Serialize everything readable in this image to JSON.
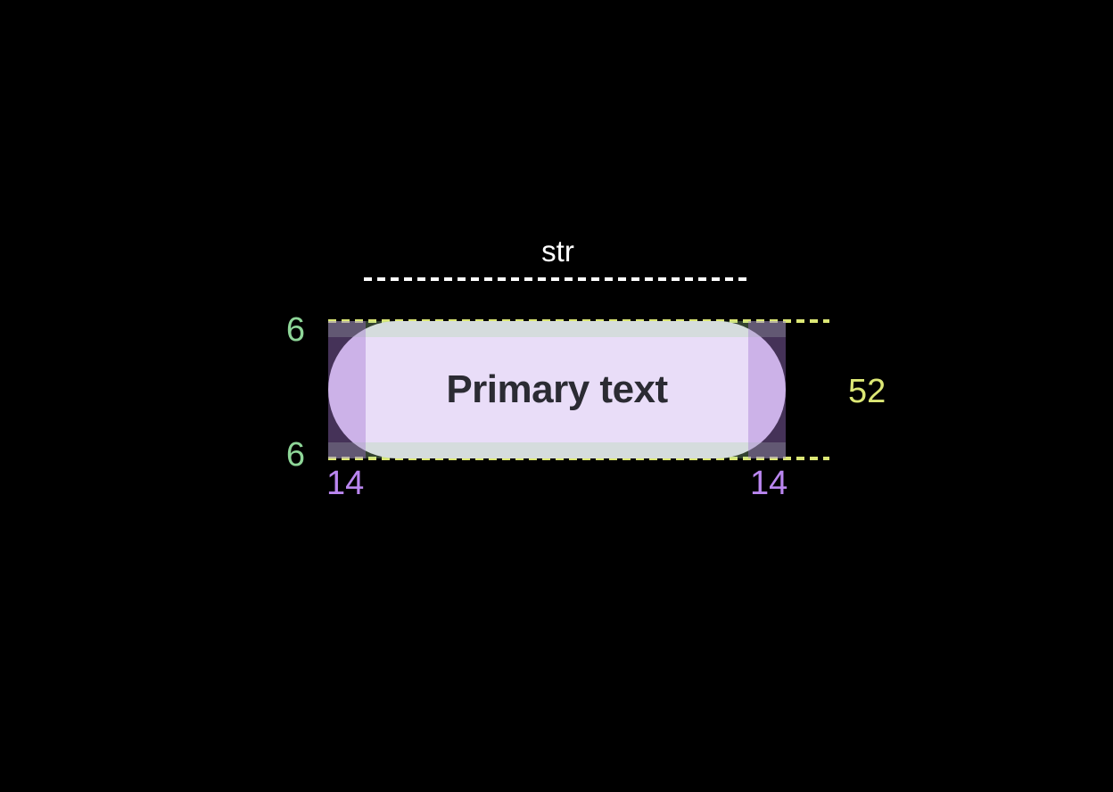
{
  "spec": {
    "string_width_label": "str",
    "button": {
      "label": "Primary text"
    },
    "measurements": {
      "padding_top": "6",
      "padding_bottom": "6",
      "padding_left": "14",
      "padding_right": "14",
      "button_height": "52"
    },
    "colors": {
      "background": "#000000",
      "pill_fill": "#e9ddf8",
      "pill_text": "#2b2b33",
      "vertical_padding_overlay": "rgba(170,220,160,0.30)",
      "horizontal_padding_overlay": "rgba(165,120,210,0.42)",
      "vertical_padding_label": "#8ed698",
      "horizontal_padding_label": "#ba86f0",
      "height_dimension": "#dce775",
      "string_width_line": "#ffffff"
    }
  }
}
